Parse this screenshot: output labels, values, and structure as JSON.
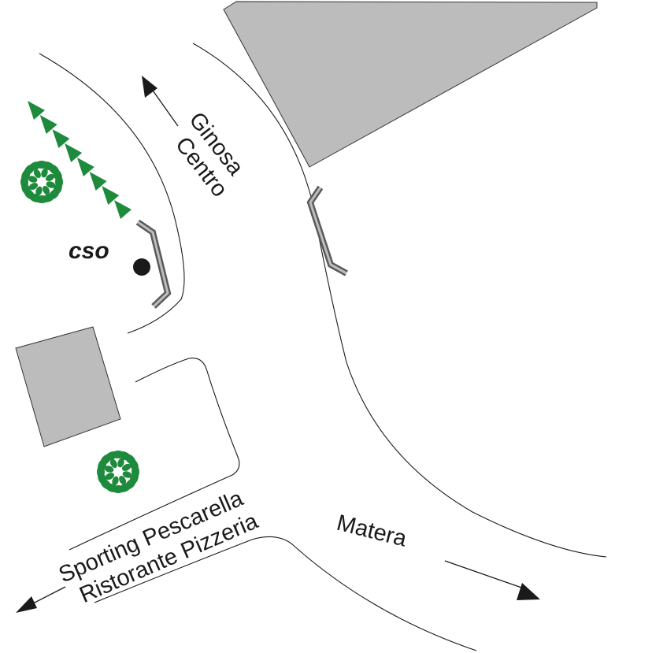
{
  "colors": {
    "road_edge": "#1a1a1a",
    "building": "#bcbcbc",
    "guardrail": "#5a5a5a",
    "vegetation": "#1e8a3c",
    "station_marker": "#1a1a1a"
  },
  "labels": {
    "north": {
      "line1": "Ginosa",
      "line2": "Centro"
    },
    "southwest": {
      "line1": "Sporting Pescarella",
      "line2": "Ristorante Pizzeria"
    },
    "southeast": "Matera",
    "station": "cso"
  },
  "icons": {
    "tree": "tree-icon",
    "hedge": "hedge-icon",
    "station": "station-dot-icon",
    "direction": "arrow-icon"
  }
}
